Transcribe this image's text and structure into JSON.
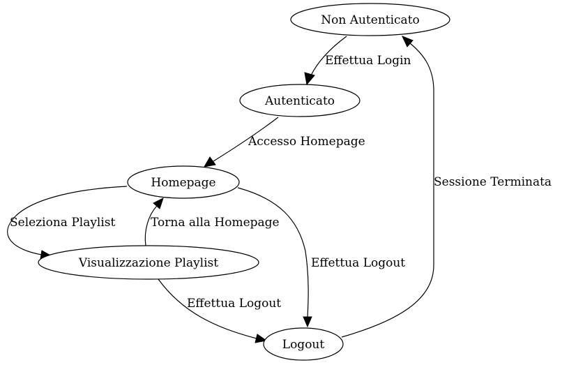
{
  "nodes": {
    "non_autenticato": "Non Autenticato",
    "autenticato": "Autenticato",
    "homepage": "Homepage",
    "visualizzazione_playlist": "Visualizzazione Playlist",
    "logout": "Logout"
  },
  "edges": {
    "effettua_login": "Effettua Login",
    "accesso_homepage": "Accesso Homepage",
    "seleziona_playlist": "Seleziona Playlist",
    "torna_alla_homepage": "Torna alla Homepage",
    "effettua_logout_homepage": "Effettua Logout",
    "effettua_logout_playlist": "Effettua Logout",
    "sessione_terminata": "Sessione Terminata"
  }
}
